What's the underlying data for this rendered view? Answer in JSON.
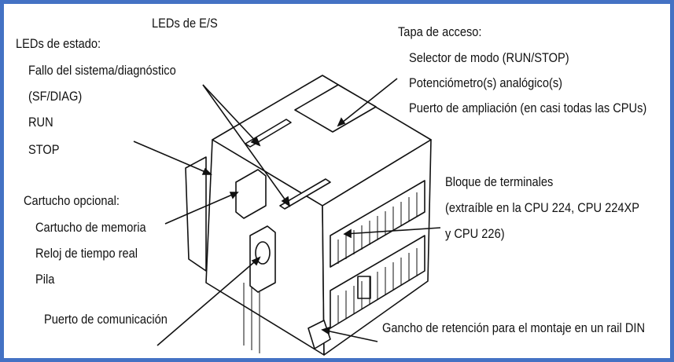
{
  "labels": {
    "leds_es": "LEDs de E/S",
    "leds_estado": "LEDs de estado:",
    "fallo": "Fallo del sistema/diagnóstico",
    "sf_diag": "(SF/DIAG)",
    "run": "RUN",
    "stop": "STOP",
    "tapa": "Tapa de acceso:",
    "selector": "Selector de modo (RUN/STOP)",
    "potenciometro": "Potenciómetro(s) analógico(s)",
    "puerto_ampliacion": "Puerto de ampliación (en casi todas las CPUs)",
    "bloque": "Bloque de terminales",
    "extraible": "(extraíble en la CPU 224, CPU 224XP",
    "cpu226": "y CPU 226)",
    "cartucho_opcional": "Cartucho opcional:",
    "cartucho_memoria": "Cartucho de memoria",
    "reloj": "Reloj de tiempo real",
    "pila": "Pila",
    "puerto_com": "Puerto de comunicación",
    "gancho": "Gancho de retención para el montaje en un rail DIN"
  },
  "colors": {
    "frame": "#4472c4",
    "ink": "#111111"
  }
}
